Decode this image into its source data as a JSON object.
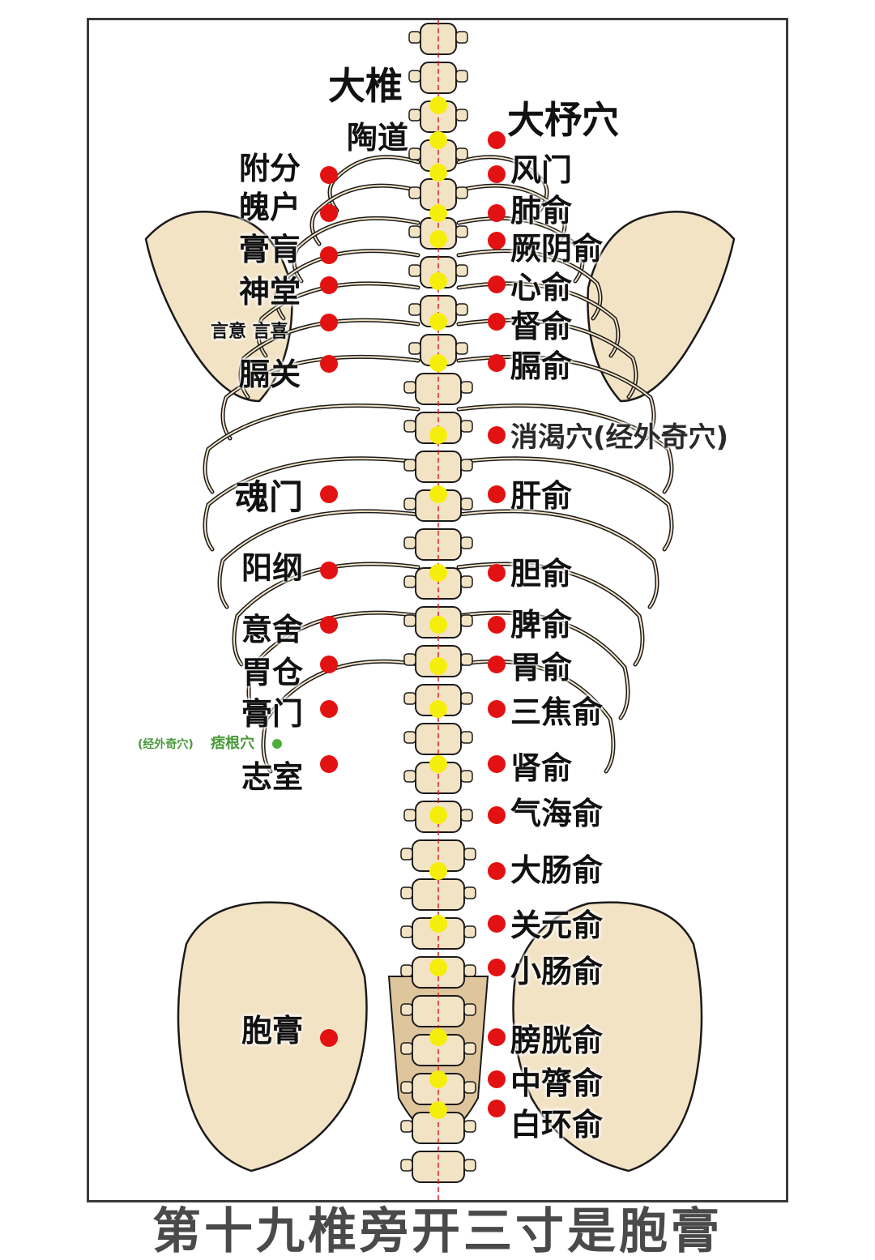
{
  "colors": {
    "bone": "#f3e3c5",
    "bone_shade": "#dfc59c",
    "outline": "#1a1a1a",
    "point_red": "#e31212",
    "point_yellow": "#f5ee0a",
    "point_green": "#4caf3a",
    "midline": "#d42222",
    "caption": "#4a4a4a"
  },
  "caption": "第十九椎旁开三寸是胞膏",
  "top_labels": {
    "dazhui": "大椎",
    "taodao": "陶道",
    "dazhu": "大杼穴"
  },
  "left_points": [
    "附分",
    "魄户",
    "膏肓",
    "神堂",
    "言意 言喜",
    "膈关",
    "魂门",
    "阳纲",
    "意舍",
    "胃仓",
    "膏门",
    "志室",
    "胞膏"
  ],
  "right_points": [
    "风门",
    "肺俞",
    "厥阴俞",
    "心俞",
    "督俞",
    "膈俞",
    "消渴穴(经外奇穴)",
    "肝俞",
    "胆俞",
    "脾俞",
    "胃俞",
    "三焦俞",
    "肾俞",
    "气海俞",
    "大肠俞",
    "关元俞",
    "小肠俞",
    "膀胱俞",
    "中膂俞",
    "白环俞"
  ],
  "extra_point": {
    "prefix": "(经外奇穴)",
    "name": "痞根穴"
  },
  "spine_points_count": 22
}
